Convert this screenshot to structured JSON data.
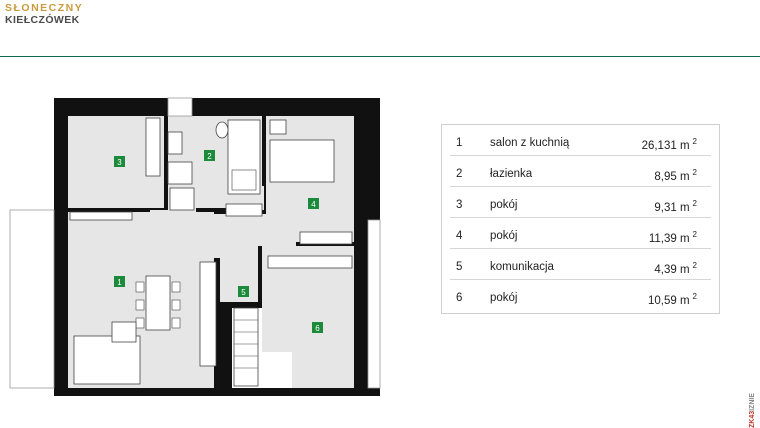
{
  "brand": {
    "line1": "SŁONECZNY",
    "line2": "KIEŁCZÓWEK"
  },
  "rooms": [
    {
      "number": "1",
      "name": "salon z kuchnią",
      "area": "26,131",
      "unit": "m",
      "exp": "2"
    },
    {
      "number": "2",
      "name": "łazienka",
      "area": "8,95",
      "unit": "m",
      "exp": "2"
    },
    {
      "number": "3",
      "name": "pokój",
      "area": "9,31",
      "unit": "m",
      "exp": "2"
    },
    {
      "number": "4",
      "name": "pokój",
      "area": "11,39",
      "unit": "m",
      "exp": "2"
    },
    {
      "number": "5",
      "name": "komunikacja",
      "area": "4,39",
      "unit": "m",
      "exp": "2"
    },
    {
      "number": "6",
      "name": "pokój",
      "area": "10,59",
      "unit": "m",
      "exp": "2"
    }
  ],
  "room_markers": [
    "1",
    "2",
    "3",
    "4",
    "5",
    "6"
  ],
  "side_note": {
    "red": "ZK43",
    "rest": "IZNIE"
  },
  "colors": {
    "brand_gold": "#c99a3c",
    "brand_gray": "#4b4b4b",
    "accent_green": "#1b8a3a",
    "rule_green": "#0e6b4f",
    "wall": "#111111",
    "floor": "#e6e6e6"
  }
}
